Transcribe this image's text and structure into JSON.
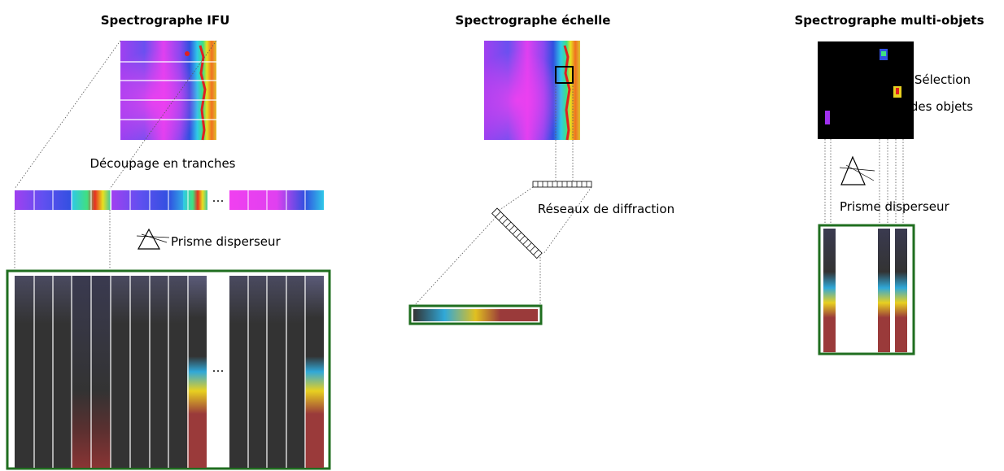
{
  "panels": {
    "ifu": {
      "title": "Spectrographe IFU",
      "slicing_label": "Découpage en tranches",
      "prism_label": "Prisme disperseur",
      "ellipsis": "…"
    },
    "echelle": {
      "title": "Spectrographe échelle",
      "grating_label": "Réseaux de diffraction"
    },
    "multi_object": {
      "title": "Spectrographe multi-objets",
      "selection_label_line1": "Sélection",
      "selection_label_line2": "des objets",
      "prism_label": "Prisme disperseur"
    }
  },
  "colors": {
    "frame_green": "#1f6e1f",
    "field_magenta": "#e040f0",
    "field_blue": "#3050e0",
    "spectrum_dark": "#333333",
    "spectrum_cyan": "#30a8d8",
    "spectrum_yellow": "#e8d020",
    "spectrum_red": "#9a3a3a",
    "spectrum_top": "#606080"
  },
  "icons": [
    "prism-icon",
    "grating-icon"
  ]
}
